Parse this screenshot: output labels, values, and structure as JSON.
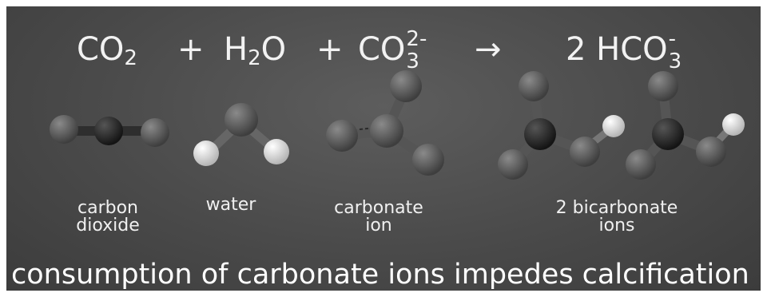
{
  "equation": {
    "co2": "CO",
    "co2_sub": "2",
    "plus1": "+",
    "h2o_h": "H",
    "h2o_sub": "2",
    "h2o_o": "O",
    "plus2": "+",
    "co3": "CO",
    "co3_sub": "3",
    "co3_sup": "2-",
    "arrow": "→",
    "product": "2 HCO",
    "product_sub": "3",
    "product_sup": "-"
  },
  "labels": {
    "carbon_dioxide": [
      "carbon",
      "dioxide"
    ],
    "water": [
      "water"
    ],
    "carbonate_ion": [
      "carbonate",
      "ion"
    ],
    "bicarbonate_ions": [
      "2 bicarbonate",
      "ions"
    ]
  },
  "caption": "consumption of carbonate ions impedes calcification",
  "colors": {
    "background": "#4a4a4a",
    "oxygen_atom": "#5a5a5a",
    "carbon_atom": "#262626",
    "hydrogen_atom": "#f2f2f2",
    "text": "#f2f2f2"
  }
}
